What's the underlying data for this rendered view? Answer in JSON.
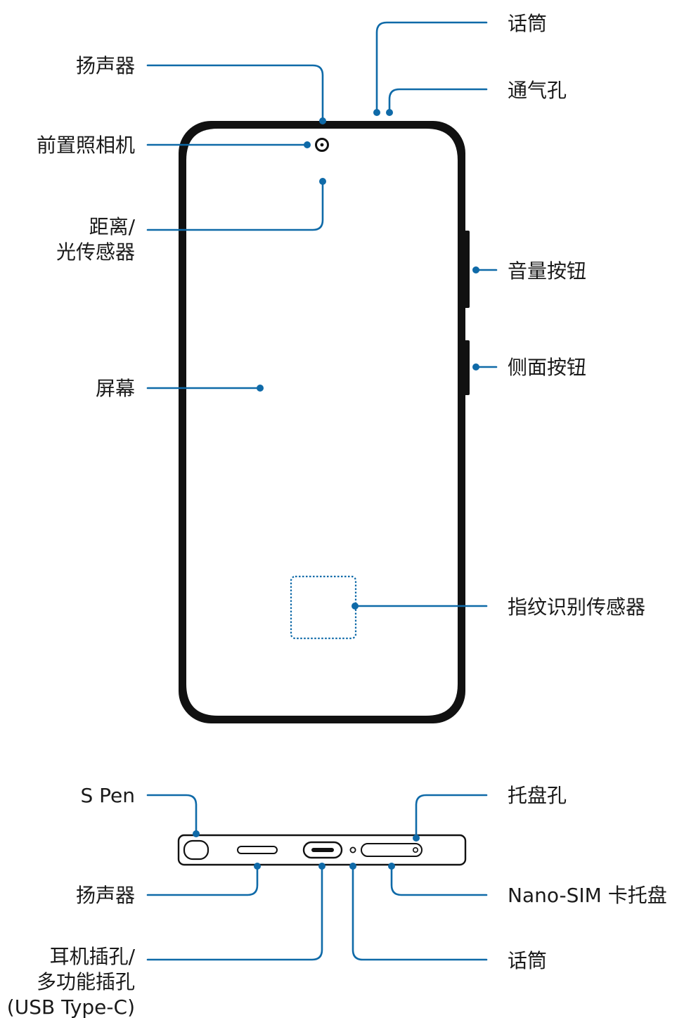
{
  "front_labels": {
    "mic_top": "话筒",
    "vent": "通气孔",
    "speaker_top": "扬声器",
    "front_camera": "前置照相机",
    "proximity_line1": "距离/",
    "proximity_line2": "光传感器",
    "volume": "音量按钮",
    "side_button": "侧面按钮",
    "screen": "屏幕",
    "fingerprint": "指纹识别传感器"
  },
  "bottom_labels": {
    "s_pen": "S Pen",
    "tray_hole": "托盘孔",
    "speaker_bottom": "扬声器",
    "nano_sim": "Nano-SIM 卡托盘",
    "port_line1": "耳机插孔/",
    "port_line2": "多功能插孔",
    "port_line3": "(USB Type-C)",
    "mic_bottom": "话筒"
  },
  "colors": {
    "leader": "#0f6aa8",
    "outline": "#111111",
    "text": "#1a1a1a"
  }
}
